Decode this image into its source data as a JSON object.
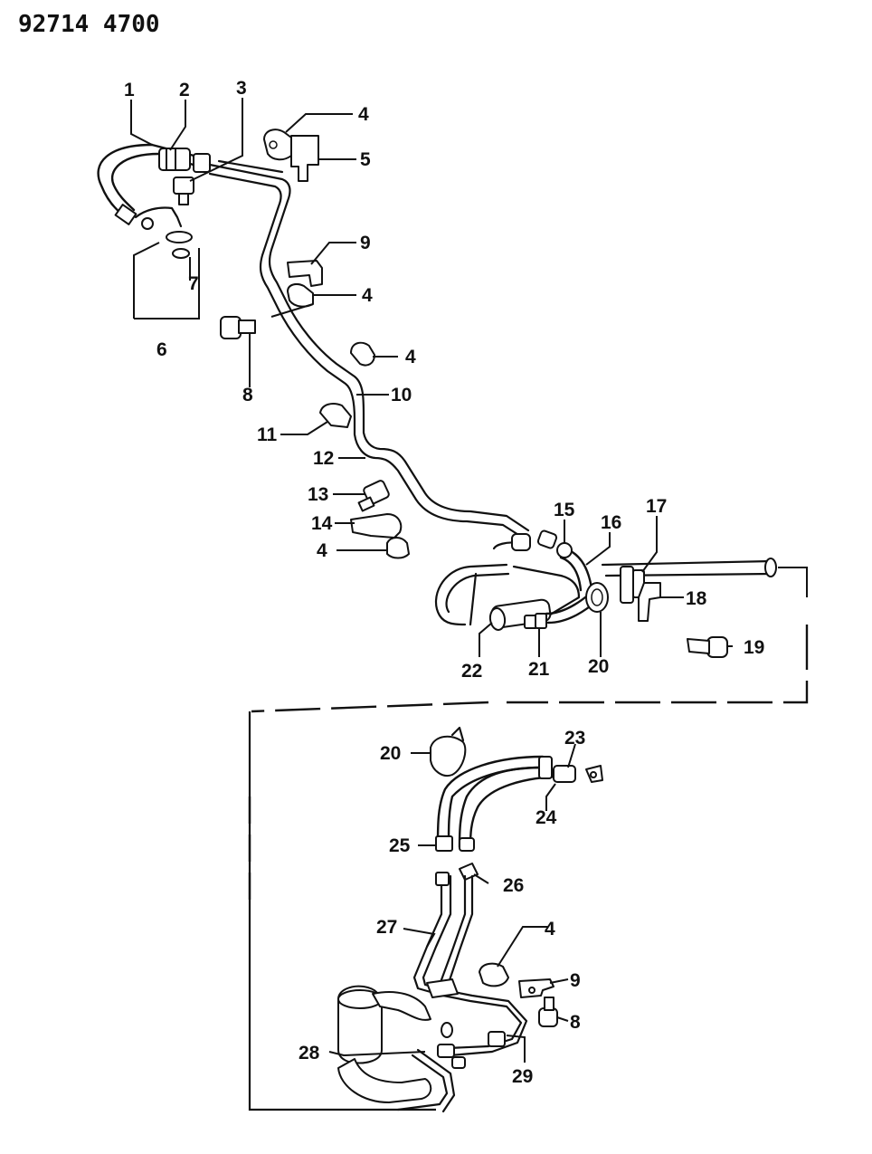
{
  "document_id": "92714 4700",
  "callouts": {
    "c1": "1",
    "c2": "2",
    "c3": "3",
    "c4a": "4",
    "c4b": "4",
    "c4c": "4",
    "c4d": "4",
    "c4e": "4",
    "c5": "5",
    "c6": "6",
    "c7": "7",
    "c8a": "8",
    "c8b": "8",
    "c9a": "9",
    "c9b": "9",
    "c10": "10",
    "c11": "11",
    "c12": "12",
    "c13": "13",
    "c14": "14",
    "c15": "15",
    "c16": "16",
    "c17": "17",
    "c18": "18",
    "c19": "19",
    "c20a": "20",
    "c20b": "20",
    "c21": "21",
    "c22": "22",
    "c23": "23",
    "c24": "24",
    "c25": "25",
    "c26": "26",
    "c27": "27",
    "c28": "28",
    "c29": "29"
  }
}
